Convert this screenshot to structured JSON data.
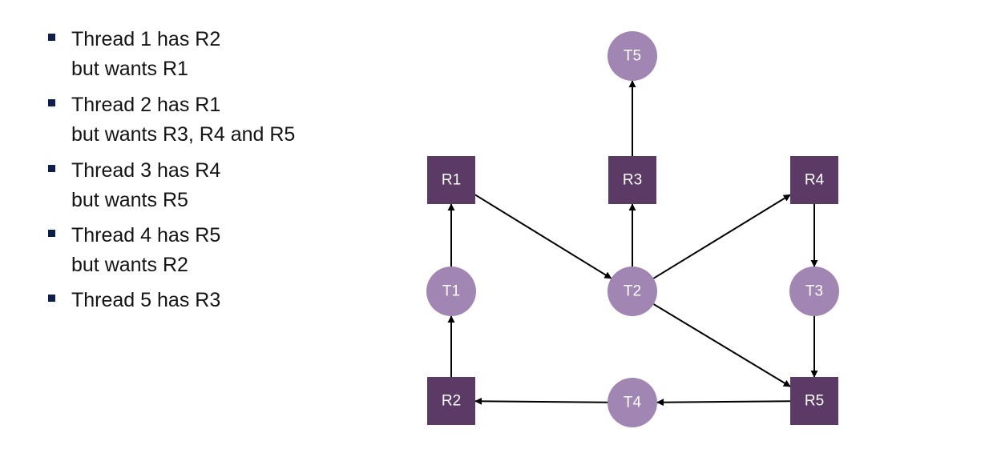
{
  "bullets": [
    {
      "line1": "Thread 1 has R2",
      "line2": "but wants R1"
    },
    {
      "line1": "Thread 2 has R1",
      "line2": "but wants R3, R4 and R5"
    },
    {
      "line1": "Thread 3 has R4",
      "line2": "but wants R5"
    },
    {
      "line1": "Thread 4 has R5",
      "line2": "but wants R2"
    },
    {
      "line1": "Thread 5 has R3",
      "line2": ""
    }
  ],
  "diagram": {
    "colors": {
      "thread_fill": "#a185b3",
      "resource_fill": "#5b3a66",
      "label": "#ffffff",
      "edge": "#000000",
      "bullet_marker": "#0d1f4d"
    },
    "threads": [
      {
        "id": "T1",
        "label": "T1"
      },
      {
        "id": "T2",
        "label": "T2"
      },
      {
        "id": "T3",
        "label": "T3"
      },
      {
        "id": "T4",
        "label": "T4"
      },
      {
        "id": "T5",
        "label": "T5"
      }
    ],
    "resources": [
      {
        "id": "R1",
        "label": "R1"
      },
      {
        "id": "R2",
        "label": "R2"
      },
      {
        "id": "R3",
        "label": "R3"
      },
      {
        "id": "R4",
        "label": "R4"
      },
      {
        "id": "R5",
        "label": "R5"
      }
    ],
    "edges": [
      {
        "from": "T1",
        "to": "R1"
      },
      {
        "from": "R2",
        "to": "T1"
      },
      {
        "from": "R1",
        "to": "T2"
      },
      {
        "from": "T2",
        "to": "R3"
      },
      {
        "from": "T2",
        "to": "R4"
      },
      {
        "from": "T2",
        "to": "R5"
      },
      {
        "from": "R3",
        "to": "T5"
      },
      {
        "from": "R4",
        "to": "T3"
      },
      {
        "from": "T3",
        "to": "R5"
      },
      {
        "from": "R5",
        "to": "T4"
      },
      {
        "from": "T4",
        "to": "R2"
      }
    ]
  }
}
